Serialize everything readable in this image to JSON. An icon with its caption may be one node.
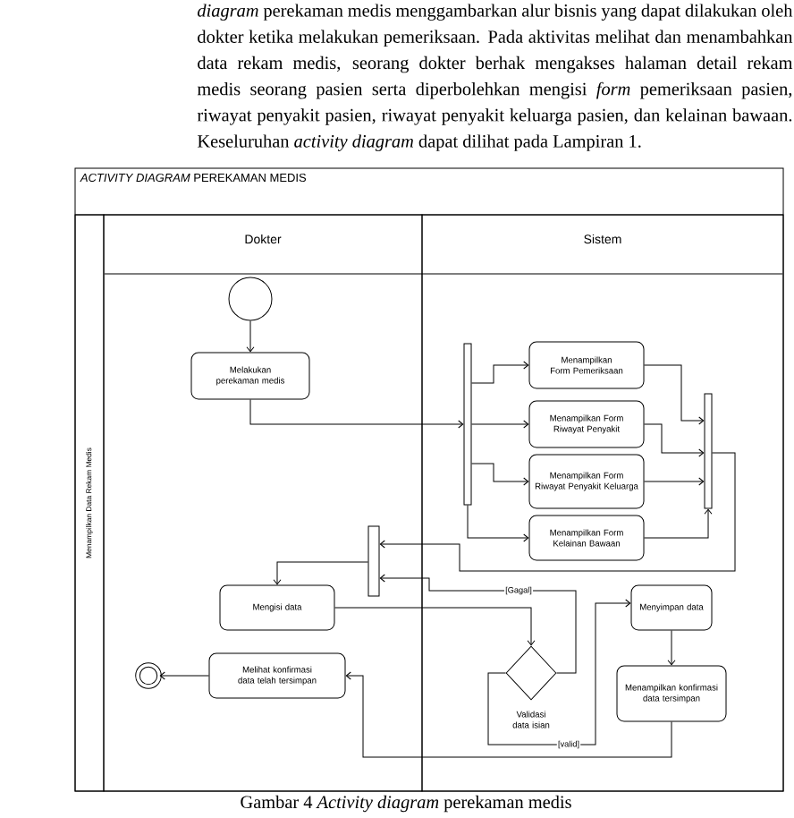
{
  "diagram": {
    "caption": "Gambar 4  *Activity diagram* perekaman medis",
    "nodes": [
      {
        "text": [
          "*ACTIVITY DIAGRAM* PEREKAMAN MEDIS"
        ]
      },
      {
        "text": [
          "Menampilkan Data Rekam Medis"
        ],
        "in": 0
      },
      {
        "text": [
          "Dokter"
        ],
        "in": 0
      },
      {
        "text": [
          "Sistem"
        ],
        "in": 0
      },
      {
        "text": [],
        "shape": "circle",
        "in": 2
      },
      {
        "text": [
          "Melakukan perekaman medis"
        ],
        "in": 2
      },
      {
        "text": [],
        "shape": "bar",
        "in": 3
      },
      {
        "text": [
          "Menampilkan Form Pemeriksaan"
        ],
        "in": 3
      },
      {
        "text": [
          "Menampilkan Form Riwayat Penyakit"
        ],
        "in": 3
      },
      {
        "text": [
          "Menampilkan Form Riwayat Penyakit Keluarga"
        ],
        "in": 3
      },
      {
        "text": [
          "Menampilkan Form Kelainan Bawaan"
        ],
        "in": 3
      },
      {
        "text": [],
        "shape": "bar",
        "in": 3
      },
      {
        "text": [],
        "shape": "bar",
        "in": 2
      },
      {
        "text": [
          "Mengisi data"
        ],
        "in": 2
      },
      {
        "text": [],
        "shape": "diamond",
        "in": 3,
        "beside": [
          "Validasi data isian"
        ]
      },
      {
        "text": [
          "Menyimpan data"
        ],
        "in": 3
      },
      {
        "text": [
          "Menampilkan konfirmasi data tersimpan"
        ],
        "in": 3
      },
      {
        "text": [
          "Melihat konfirmasi data telah tersimpan"
        ],
        "in": 2
      },
      {
        "text": [],
        "shape": "circle",
        "in": 2
      }
    ],
    "edges": [
      {
        "from": 4,
        "to": 5,
        "arrow": "to"
      },
      {
        "from": 5,
        "to": 6,
        "arrow": "to"
      },
      {
        "from": 6,
        "to": 7,
        "arrow": "to"
      },
      {
        "from": 6,
        "to": 8,
        "arrow": "to"
      },
      {
        "from": 6,
        "to": 9,
        "arrow": "to"
      },
      {
        "from": 6,
        "to": 10,
        "arrow": "to"
      },
      {
        "from": 7,
        "to": 11,
        "arrow": "to"
      },
      {
        "from": 8,
        "to": 11,
        "arrow": "to"
      },
      {
        "from": 9,
        "to": 11,
        "arrow": "to"
      },
      {
        "from": 10,
        "to": 11,
        "arrow": "to"
      },
      {
        "from": 11,
        "to": 12,
        "arrow": "to"
      },
      {
        "from": 12,
        "to": 13,
        "arrow": "to"
      },
      {
        "from": 13,
        "to": 14,
        "arrow": "to"
      },
      {
        "from": 14,
        "to": 12,
        "arrow": "to",
        "label": "[Gagal]"
      },
      {
        "from": 14,
        "to": 15,
        "arrow": "to",
        "label": "[valid]"
      },
      {
        "from": 15,
        "to": 16,
        "arrow": "to"
      },
      {
        "from": 16,
        "to": 17,
        "arrow": "to"
      },
      {
        "from": 17,
        "to": 18,
        "arrow": "to"
      }
    ],
    "labels": [
      "*diagram* perekaman medis menggambarkan alur bisnis yang dapat dilakukan oleh dokter ketika melakukan pemeriksaan. Pada aktivitas melihat dan menambahkan data rekam medis, seorang dokter berhak mengakses halaman detail rekam medis seorang pasien serta diperbolehkan mengisi *form* pemeriksaan pasien, riwayat penyakit pasien, riwayat penyakit keluarga pasien, dan kelainan bawaan. Keseluruhan *activity diagram* dapat dilihat pada Lampiran 1."
    ]
  }
}
